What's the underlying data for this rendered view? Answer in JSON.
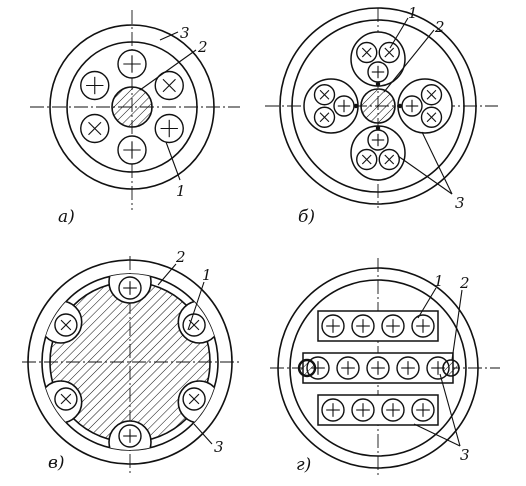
{
  "figure": {
    "panels": [
      {
        "id": "a",
        "caption": "а)",
        "callouts": [
          "1",
          "2",
          "3"
        ],
        "conductor_marks": [
          "+",
          "×",
          "+",
          "+",
          "×",
          "+"
        ]
      },
      {
        "id": "b",
        "caption": "б)",
        "callouts": [
          "1",
          "2",
          "3"
        ]
      },
      {
        "id": "v",
        "caption": "в)",
        "callouts": [
          "1",
          "2",
          "3"
        ]
      },
      {
        "id": "g",
        "caption": "г)",
        "callouts": [
          "1",
          "2",
          "3"
        ]
      }
    ],
    "colors": {
      "line": "#111111",
      "background": "#ffffff"
    }
  }
}
